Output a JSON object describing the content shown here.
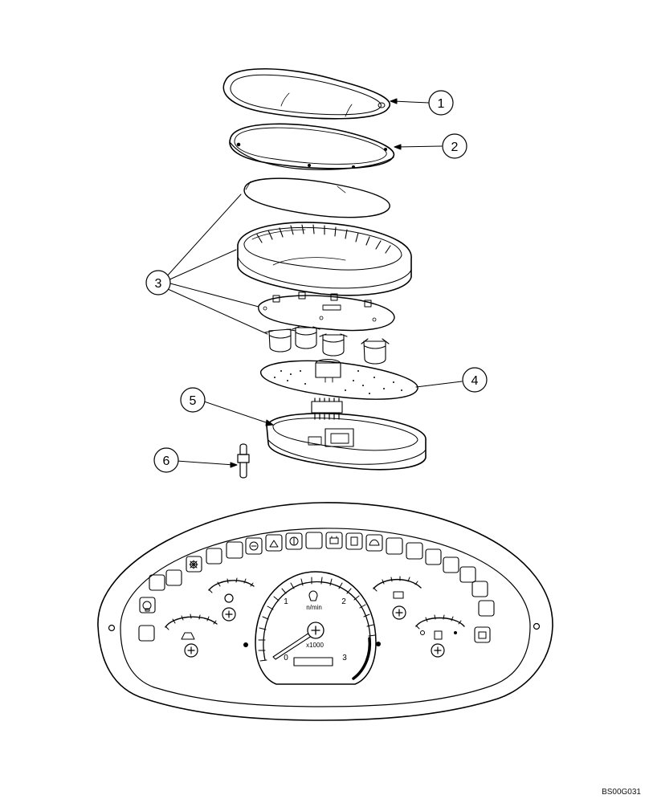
{
  "callouts": [
    {
      "num": "1"
    },
    {
      "num": "2"
    },
    {
      "num": "3"
    },
    {
      "num": "4"
    },
    {
      "num": "5"
    },
    {
      "num": "6"
    }
  ],
  "cluster": {
    "tach_ticks": [
      "0",
      "1",
      "2",
      "3"
    ],
    "tach_unit": "n/min",
    "tach_scale": "x1000"
  },
  "figure_code": "BS00G031"
}
